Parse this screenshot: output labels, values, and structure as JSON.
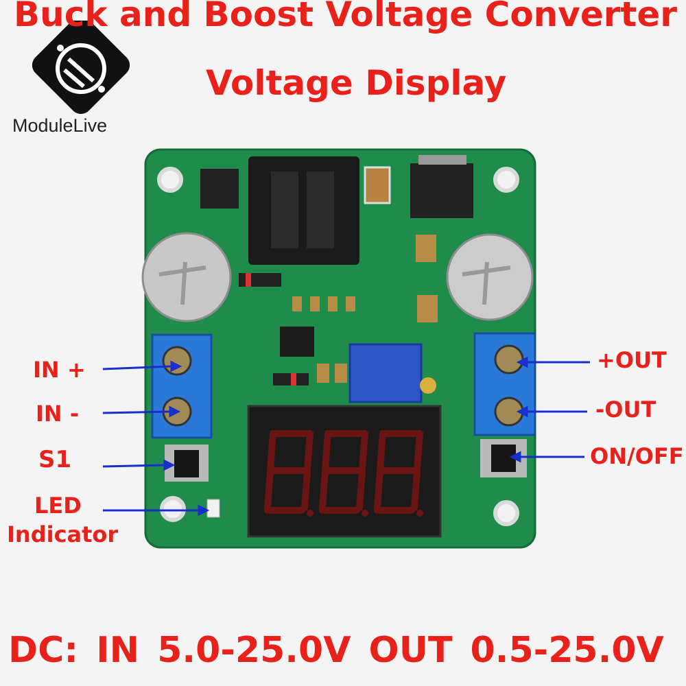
{
  "header": {
    "title_line1": "Buck and Boost Voltage Converter",
    "title_line2": "Voltage Display"
  },
  "logo": {
    "brand": "ModuleLive",
    "icon": "modulelive-logo-icon"
  },
  "labels": {
    "in_plus": "IN +",
    "in_minus": "IN -",
    "s1": "S1",
    "led": "LED",
    "indicator": "Indicator",
    "out_plus": "+OUT",
    "out_minus": "-OUT",
    "on_off": "ON/OFF"
  },
  "footer": {
    "spec": "DC:  IN 5.0-25.0V OUT 0.5-25.0V"
  },
  "colors": {
    "label_red": "#e8211b",
    "pcb_green": "#1d8a4a",
    "terminal_blue": "#1f6fd0",
    "arrow_blue": "#1a2ecc",
    "display_red": "#c81b1b"
  }
}
